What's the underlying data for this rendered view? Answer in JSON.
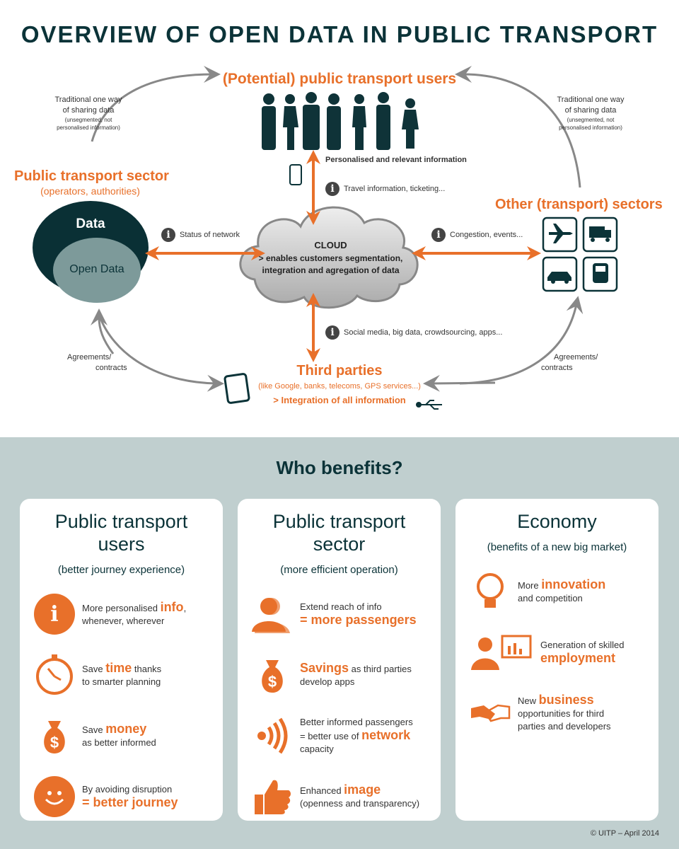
{
  "title": "OVERVIEW OF OPEN DATA IN PUBLIC TRANSPORT",
  "users": {
    "title": "(Potential) public transport users",
    "info1": "Personalised and relevant information",
    "info2": "Travel information, ticketing..."
  },
  "left_arc": {
    "line1": "Traditional one way",
    "line2": "of sharing data",
    "small1": "(unsegmented, not",
    "small2": "personalised information)"
  },
  "right_arc": {
    "line1": "Traditional one way",
    "line2": "of sharing data",
    "small1": "(unsegmented, not",
    "small2": "personalised information)"
  },
  "pt_sector": {
    "title": "Public transport sector",
    "subtitle": "(operators, authorities)",
    "data": "Data",
    "open_data": "Open Data",
    "status": "Status of network"
  },
  "cloud": {
    "title": "CLOUD",
    "line1": "> enables customers segmentation,",
    "line2": "integration and agregation of data"
  },
  "other": {
    "title": "Other (transport) sectors",
    "info": "Congestion, events..."
  },
  "third": {
    "title": "Third parties",
    "subtitle": "(like Google, banks, telecoms, GPS services...)",
    "integration": "> Integration of all information",
    "info": "Social media, big data, crowdsourcing, apps..."
  },
  "agreements_left": {
    "line1": "Agreements/",
    "line2": "contracts"
  },
  "agreements_right": {
    "line1": "Agreements/",
    "line2": "contracts"
  },
  "benefits": {
    "title": "Who benefits?",
    "cards": [
      {
        "title1": "Public transport",
        "title2": "users",
        "subtitle": "(better journey experience)",
        "items": [
          {
            "pre": "More personalised ",
            "hl": "info",
            "post": ",",
            "line2": "whenever, wherever"
          },
          {
            "pre": "Save ",
            "hl": "time",
            "post": " thanks",
            "line2": "to smarter planning"
          },
          {
            "pre": "Save ",
            "hl": "money",
            "post": "",
            "line2": "as better informed"
          },
          {
            "pre": "By avoiding disruption",
            "hl": "= better journey",
            "post": "",
            "line2": ""
          }
        ]
      },
      {
        "title1": "Public transport",
        "title2": "sector",
        "subtitle": "(more efficient operation)",
        "items": [
          {
            "pre": "Extend reach of info",
            "hl": "= more passengers",
            "post": "",
            "line2": ""
          },
          {
            "pre": "",
            "hl": "Savings",
            "post": " as third parties",
            "line2": "develop apps"
          },
          {
            "pre": "Better informed passengers",
            "mid": "= better use of ",
            "hl": "network",
            "line2": "capacity"
          },
          {
            "pre": "Enhanced ",
            "hl": "image",
            "post": "",
            "line2": "(openness and transparency)"
          }
        ]
      },
      {
        "title1": "Economy",
        "title2": "",
        "subtitle": "(benefits of a new big market)",
        "items": [
          {
            "pre": "More ",
            "hl": "innovation",
            "post": "",
            "line2": "and competition"
          },
          {
            "pre": "Generation of skilled",
            "hl": "employment",
            "post": "",
            "line2": ""
          },
          {
            "pre": "New ",
            "hl": "business",
            "post": "",
            "line2": "opportunities for third",
            "line3": "parties and developers"
          }
        ]
      }
    ]
  },
  "copyright": "© UITP – April 2014",
  "colors": {
    "orange": "#e8702a",
    "dark": "#0b3338",
    "grey_bg": "#c0cfcf"
  }
}
